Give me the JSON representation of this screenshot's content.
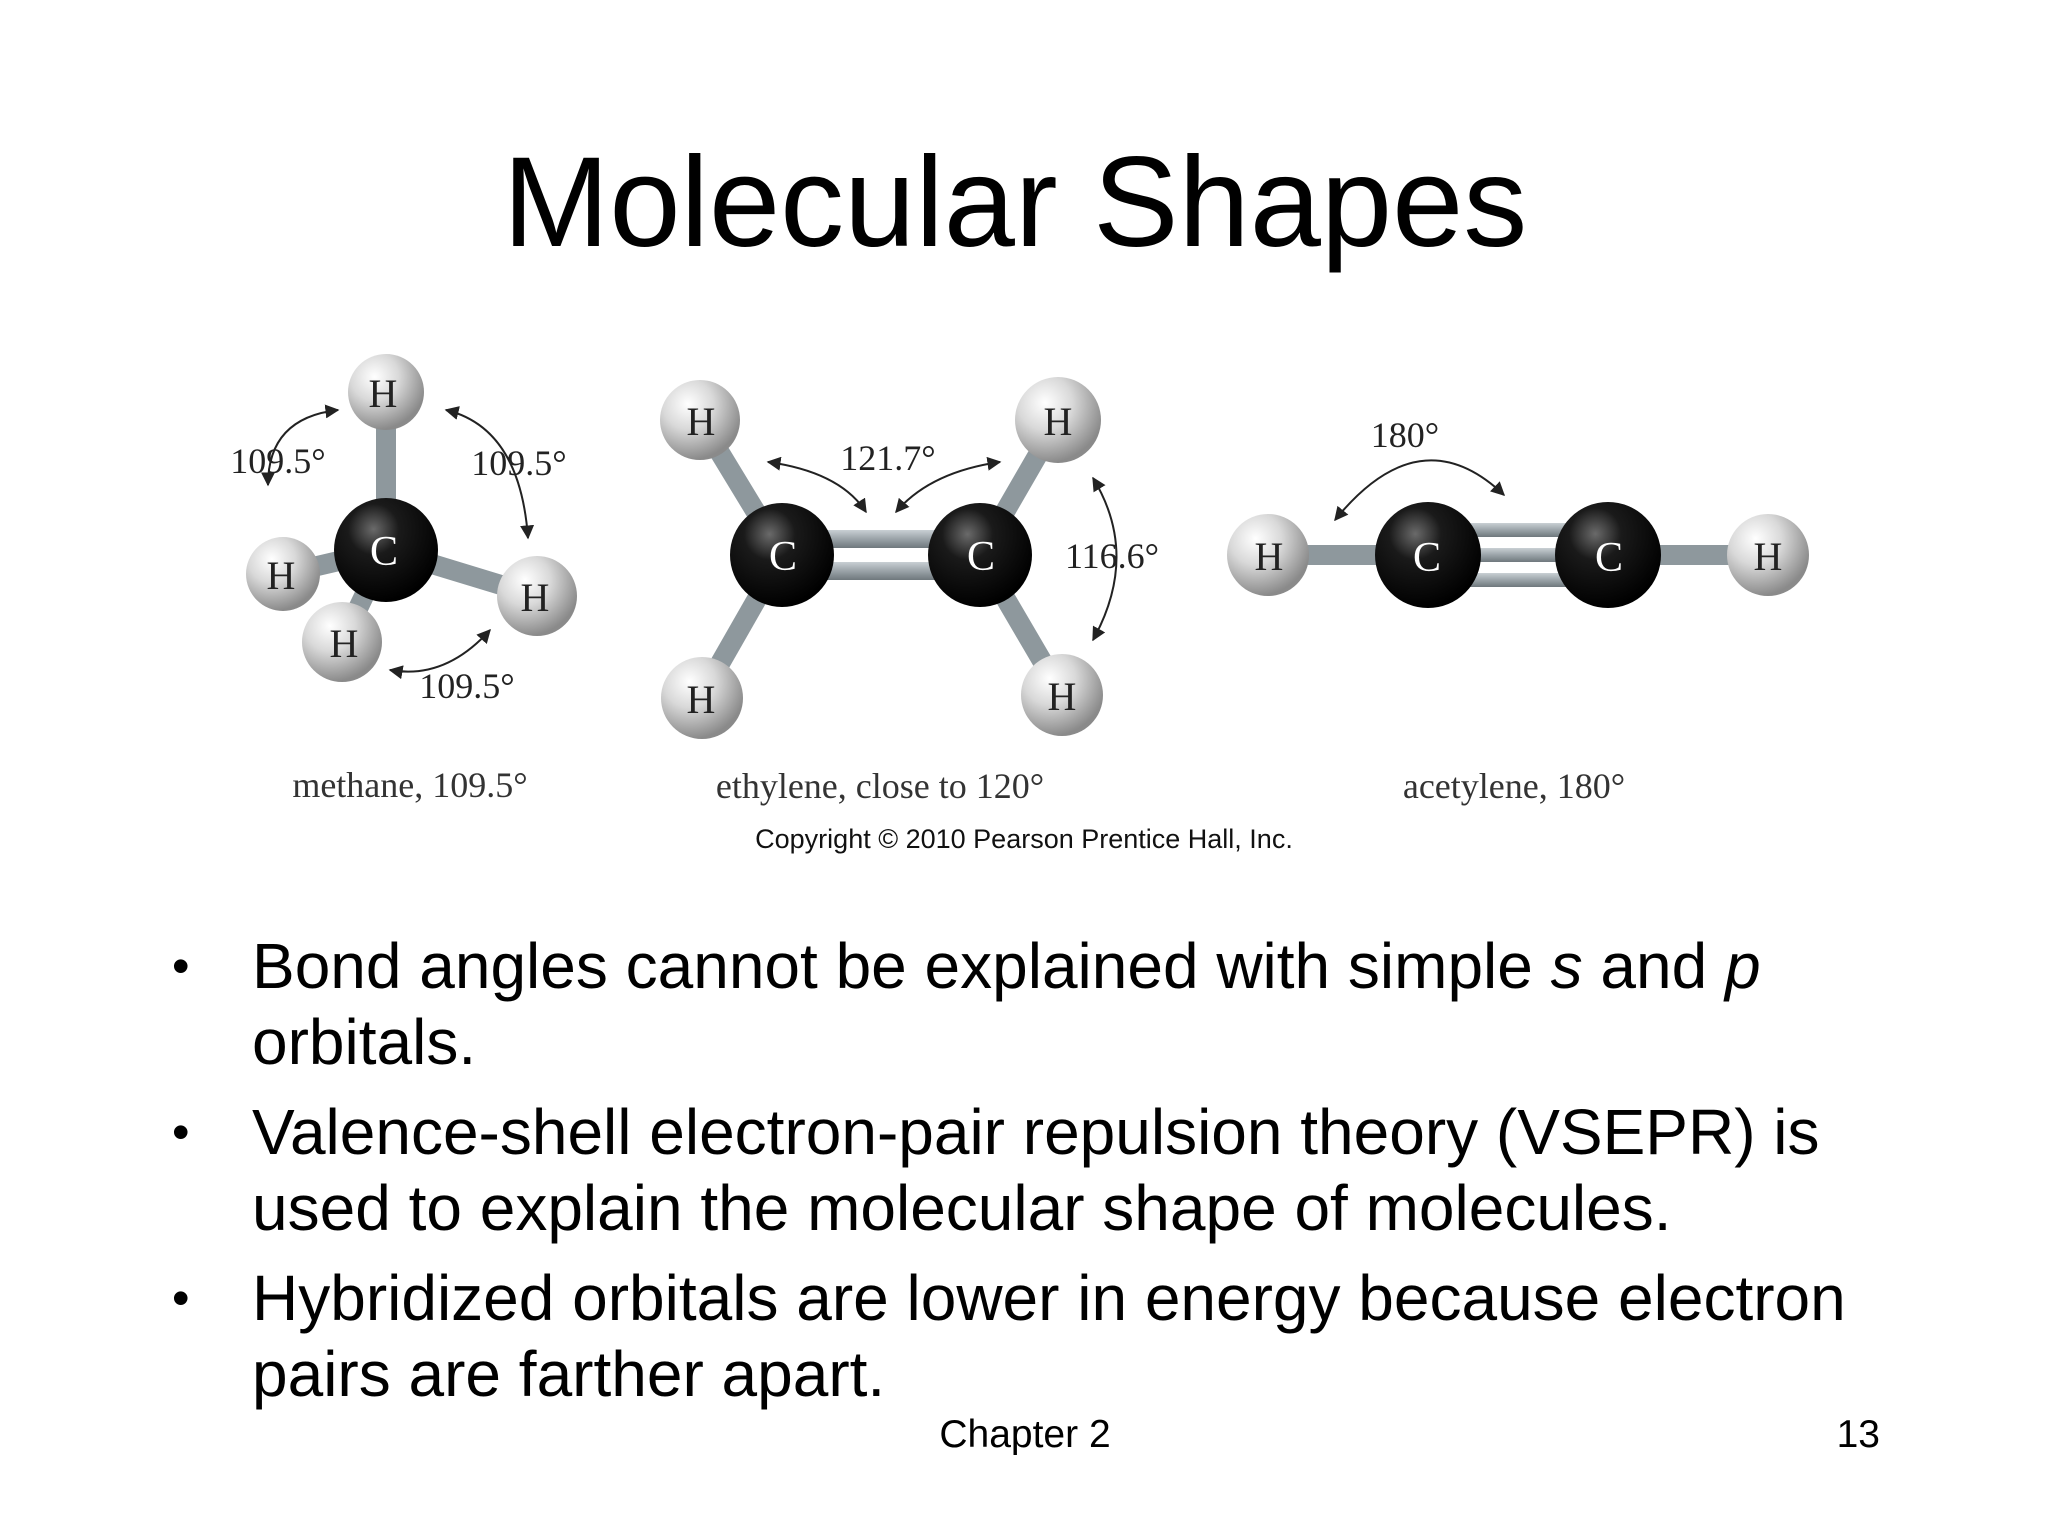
{
  "slide": {
    "title": "Molecular Shapes",
    "figure": {
      "methane": {
        "angle_top_left": "109.5°",
        "angle_top_right": "109.5°",
        "angle_bottom": "109.5°",
        "caption": "methane, 109.5°",
        "atoms": [
          "H",
          "C",
          "H",
          "H",
          "H"
        ]
      },
      "ethylene": {
        "angle_top": "121.7°",
        "angle_right": "116.6°",
        "caption": "ethylene, close to 120°",
        "atoms": [
          "H",
          "H",
          "C",
          "C",
          "H",
          "H"
        ]
      },
      "acetylene": {
        "angle_top": "180°",
        "caption": "acetylene, 180°",
        "atoms": [
          "H",
          "C",
          "C",
          "H"
        ]
      },
      "copyright": "Copyright © 2010 Pearson Prentice Hall, Inc."
    },
    "bullets": [
      {
        "bullet": "•",
        "text_1": "Bond angles cannot be explained with simple ",
        "italic_1": "s",
        "text_2": " and ",
        "italic_2": "p",
        "text_3": " orbitals."
      },
      {
        "bullet": "•",
        "text": "Valence-shell electron-pair repulsion theory (VSEPR) is used to explain the molecular shape of molecules."
      },
      {
        "bullet": "•",
        "text": "Hybridized orbitals are lower in energy because electron pairs are farther apart."
      }
    ],
    "footer": {
      "chapter": "Chapter 2",
      "page": "13"
    }
  }
}
